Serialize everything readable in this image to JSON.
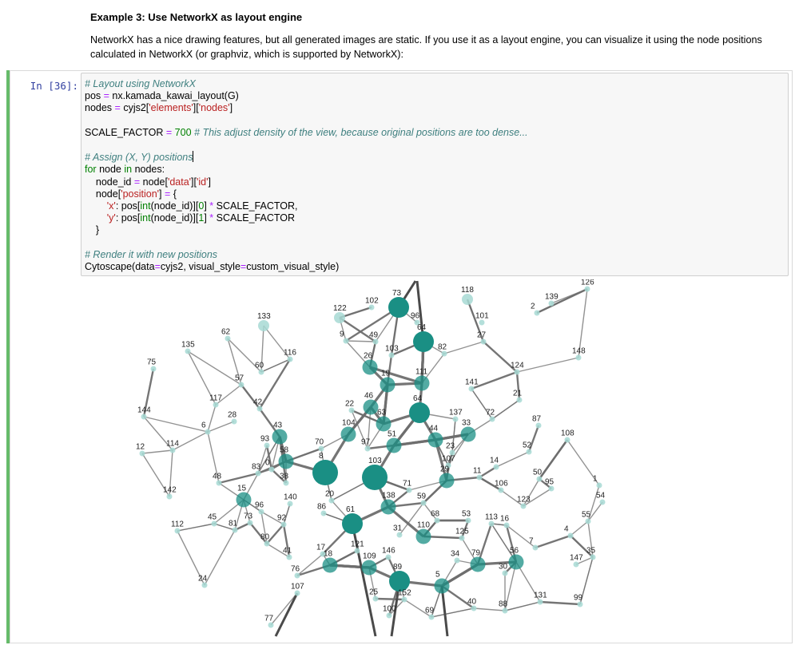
{
  "notebook": {
    "heading": "Example 3: Use NetworkX as layout engine",
    "paragraph": "NetworkX has a nice drawing features, but all generated images are static. If you use it as a layout engine, you can visualize it using the node positions calculated in NetworkX (or graphviz, which is supported by NetworkX):",
    "cell_prompt": "In [36]:",
    "code": {
      "l1_comment": "# Layout using NetworkX",
      "l2_a": "pos ",
      "l2_eq": "=",
      "l2_b": " nx.kamada_kawai_layout(G)",
      "l3_a": "nodes ",
      "l3_eq": "=",
      "l3_b": " cyjs2[",
      "l3_s1": "'elements'",
      "l3_c": "][",
      "l3_s2": "'nodes'",
      "l3_d": "]",
      "l5_a": "SCALE_FACTOR ",
      "l5_eq": "=",
      "l5_num": " 700",
      "l5_comment": " # This adjust density of the view, because original positions are too dense...",
      "l7_comment": "# Assign (X, Y) positions",
      "l8_kw1": "for",
      "l8_a": " node ",
      "l8_kw2": "in",
      "l8_b": " nodes:",
      "l9_a": "    node_id ",
      "l9_eq": "=",
      "l9_b": " node[",
      "l9_s1": "'data'",
      "l9_c": "][",
      "l9_s2": "'id'",
      "l9_d": "]",
      "l10_a": "    node[",
      "l10_s": "'position'",
      "l10_b": "] ",
      "l10_eq": "=",
      "l10_c": " {",
      "l11_s": "        'x'",
      "l11_a": ": pos[",
      "l11_kw": "int",
      "l11_b": "(node_id)][",
      "l11_n": "0",
      "l11_c": "] ",
      "l11_op": "*",
      "l11_d": " SCALE_FACTOR,",
      "l12_s": "        'y'",
      "l12_a": ": pos[",
      "l12_kw": "int",
      "l12_b": "(node_id)][",
      "l12_n": "1",
      "l12_c": "] ",
      "l12_op": "*",
      "l12_d": " SCALE_FACTOR",
      "l13": "    }",
      "l15_comment": "# Render it with new positions",
      "l16_a": "Cytoscape(data",
      "l16_eq1": "=",
      "l16_b": "cyjs2, visual_style",
      "l16_eq2": "=",
      "l16_c": "custom_visual_style)"
    }
  },
  "graph": {
    "node_color": "#1a8f84",
    "light_node_color": "#a7d9d3",
    "edge_color": "#6e6e6e",
    "nodes": [
      [
        "118",
        585,
        375,
        1
      ],
      [
        "126",
        735,
        362,
        0
      ],
      [
        "139",
        690,
        380,
        0
      ],
      [
        "2",
        672,
        392,
        0
      ],
      [
        "102",
        465,
        385,
        0
      ],
      [
        "73",
        499,
        385,
        3
      ],
      [
        "122",
        425,
        398,
        1
      ],
      [
        "96",
        522,
        404,
        0
      ],
      [
        "101",
        603,
        404,
        0
      ],
      [
        "133",
        330,
        408,
        1
      ],
      [
        "64",
        530,
        428,
        3
      ],
      [
        "62",
        285,
        424,
        0
      ],
      [
        "9",
        433,
        427,
        0
      ],
      [
        "49",
        470,
        428,
        0
      ],
      [
        "27",
        605,
        428,
        0
      ],
      [
        "135",
        235,
        440,
        0
      ],
      [
        "26",
        463,
        460,
        2
      ],
      [
        "103",
        490,
        445,
        0
      ],
      [
        "82",
        556,
        443,
        0
      ],
      [
        "148",
        724,
        448,
        0
      ],
      [
        "116",
        363,
        450,
        0
      ],
      [
        "111",
        528,
        480,
        2
      ],
      [
        "75",
        192,
        462,
        0
      ],
      [
        "60",
        327,
        466,
        0
      ],
      [
        "124",
        647,
        466,
        0
      ],
      [
        "57",
        302,
        482,
        0
      ],
      [
        "19",
        485,
        482,
        2
      ],
      [
        "141",
        590,
        487,
        0
      ],
      [
        "117",
        270,
        507,
        0
      ],
      [
        "42",
        325,
        512,
        0
      ],
      [
        "46",
        464,
        510,
        2
      ],
      [
        "64b",
        525,
        517,
        3
      ],
      [
        "21",
        650,
        501,
        0
      ],
      [
        "22",
        440,
        514,
        0
      ],
      [
        "144",
        180,
        522,
        0
      ],
      [
        "6",
        260,
        541,
        0
      ],
      [
        "28",
        293,
        528,
        0
      ],
      [
        "43",
        350,
        547,
        2
      ],
      [
        "104",
        436,
        544,
        2
      ],
      [
        "63",
        480,
        531,
        2
      ],
      [
        "137",
        570,
        525,
        0
      ],
      [
        "33",
        586,
        544,
        2
      ],
      [
        "72",
        616,
        525,
        0
      ],
      [
        "87",
        674,
        533,
        0
      ],
      [
        "44",
        545,
        551,
        2
      ],
      [
        "108",
        710,
        551,
        0
      ],
      [
        "93",
        334,
        558,
        0
      ],
      [
        "58",
        358,
        578,
        2
      ],
      [
        "70",
        402,
        562,
        0
      ],
      [
        "8",
        407,
        592,
        3
      ],
      [
        "97",
        460,
        562,
        0
      ],
      [
        "51",
        493,
        558,
        2
      ],
      [
        "23",
        566,
        567,
        0
      ],
      [
        "12",
        178,
        568,
        0
      ],
      [
        "114",
        216,
        564,
        0
      ],
      [
        "52",
        662,
        566,
        0
      ],
      [
        "103b",
        469,
        598,
        3
      ],
      [
        "107",
        561,
        583,
        0
      ],
      [
        "14",
        621,
        585,
        0
      ],
      [
        "48",
        274,
        605,
        0
      ],
      [
        "83",
        323,
        593,
        0
      ],
      [
        "0",
        340,
        588,
        0
      ],
      [
        "38",
        358,
        605,
        0
      ],
      [
        "15",
        305,
        626,
        2
      ],
      [
        "11",
        600,
        598,
        0
      ],
      [
        "50",
        675,
        600,
        0
      ],
      [
        "29",
        559,
        602,
        2
      ],
      [
        "95",
        690,
        612,
        0
      ],
      [
        "1",
        750,
        608,
        0
      ],
      [
        "106",
        627,
        614,
        0
      ],
      [
        "71",
        512,
        614,
        0
      ],
      [
        "142",
        212,
        622,
        0
      ],
      [
        "138",
        486,
        635,
        2
      ],
      [
        "20",
        415,
        627,
        0
      ],
      [
        "140",
        363,
        631,
        0
      ],
      [
        "54",
        754,
        629,
        0
      ],
      [
        "123",
        655,
        634,
        0
      ],
      [
        "96b",
        327,
        641,
        0
      ],
      [
        "86",
        405,
        643,
        0
      ],
      [
        "61",
        441,
        656,
        3
      ],
      [
        "59",
        530,
        630,
        0
      ],
      [
        "45",
        268,
        656,
        0
      ],
      [
        "73b",
        313,
        655,
        0
      ],
      [
        "92",
        355,
        657,
        0
      ],
      [
        "68",
        547,
        652,
        0
      ],
      [
        "53",
        586,
        652,
        0
      ],
      [
        "113",
        615,
        656,
        0
      ],
      [
        "16",
        634,
        658,
        0
      ],
      [
        "55",
        736,
        653,
        0
      ],
      [
        "112",
        222,
        665,
        0
      ],
      [
        "81",
        294,
        664,
        0
      ],
      [
        "110",
        530,
        672,
        2
      ],
      [
        "31",
        500,
        670,
        0
      ],
      [
        "125",
        578,
        674,
        0
      ],
      [
        "80",
        334,
        681,
        0
      ],
      [
        "4",
        714,
        671,
        0
      ],
      [
        "7",
        670,
        686,
        0
      ],
      [
        "121",
        447,
        690,
        0
      ],
      [
        "109",
        462,
        711,
        2
      ],
      [
        "146",
        486,
        698,
        0
      ],
      [
        "17",
        404,
        694,
        0
      ],
      [
        "79",
        598,
        707,
        2
      ],
      [
        "34",
        572,
        702,
        0
      ],
      [
        "56",
        646,
        704,
        2
      ],
      [
        "35",
        742,
        698,
        0
      ],
      [
        "41",
        362,
        698,
        0
      ],
      [
        "18",
        413,
        708,
        2
      ],
      [
        "147",
        721,
        707,
        0
      ],
      [
        "5",
        553,
        734,
        2
      ],
      [
        "89",
        500,
        728,
        3
      ],
      [
        "30",
        632,
        718,
        0
      ],
      [
        "76",
        372,
        721,
        0
      ],
      [
        "24",
        256,
        733,
        0
      ],
      [
        "107b",
        372,
        743,
        0
      ],
      [
        "25",
        470,
        750,
        0
      ],
      [
        "152",
        506,
        751,
        0
      ],
      [
        "40",
        593,
        762,
        0
      ],
      [
        "88",
        632,
        765,
        0
      ],
      [
        "131",
        676,
        754,
        0
      ],
      [
        "99",
        726,
        757,
        0
      ],
      [
        "100",
        487,
        771,
        0
      ],
      [
        "69",
        540,
        773,
        0
      ],
      [
        "77",
        339,
        783,
        0
      ]
    ]
  }
}
